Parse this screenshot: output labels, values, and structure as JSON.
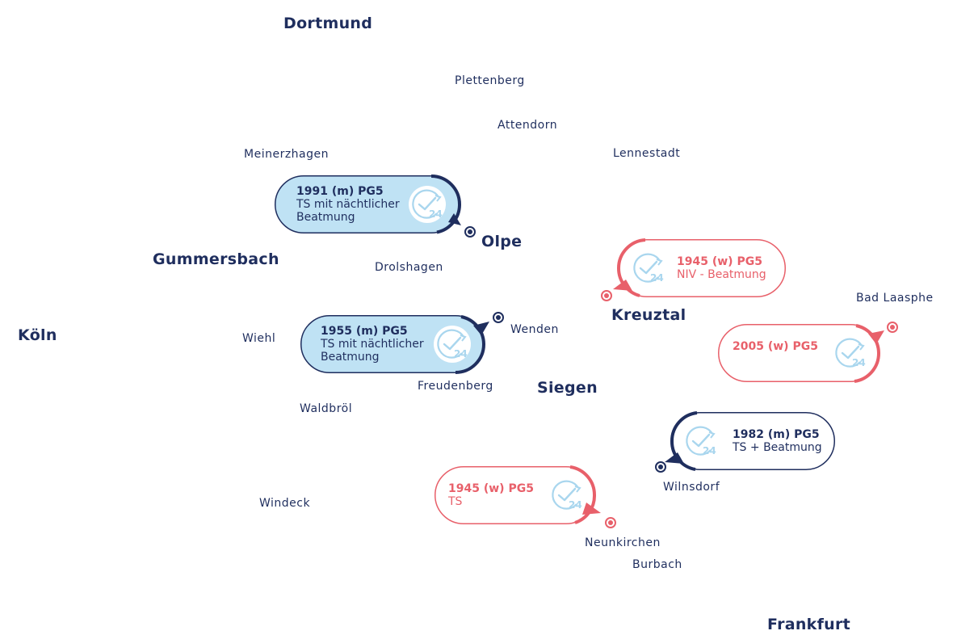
{
  "colors": {
    "navy": "#1f2e5e",
    "red": "#e8606a",
    "light_blue": "#bfe2f4",
    "icon_blue": "#a9d6ee"
  },
  "cities": {
    "dortmund": "Dortmund",
    "plettenberg": "Plettenberg",
    "attendorn": "Attendorn",
    "meinerzhagen": "Meinerzhagen",
    "lennestadt": "Lennestadt",
    "olpe": "Olpe",
    "gummersbach": "Gummersbach",
    "drolshagen": "Drolshagen",
    "kreuztal": "Kreuztal",
    "bad_laasphe": "Bad Laasphe",
    "koeln": "Köln",
    "wiehl": "Wiehl",
    "wenden": "Wenden",
    "freudenberg": "Freudenberg",
    "siegen": "Siegen",
    "waldbroel": "Waldbröl",
    "wilnsdorf": "Wilnsdorf",
    "windeck": "Windeck",
    "neunkirchen": "Neunkirchen",
    "burbach": "Burbach",
    "frankfurt": "Frankfurt"
  },
  "cards": {
    "olpe": {
      "title": "1991 (m) PG5",
      "desc": "TS mit nächtlicher\nBeatmung",
      "icon": "clock-check-24-icon"
    },
    "wenden": {
      "title": "1955 (m) PG5",
      "desc": "TS mit nächtlicher\nBeatmung",
      "icon": "clock-check-24-icon"
    },
    "kreuztal": {
      "title": "1945 (w) PG5",
      "desc": "NIV - Beatmung",
      "icon": "clock-check-24-icon"
    },
    "bad_laasphe": {
      "title": "2005 (w) PG5",
      "desc": "",
      "icon": "clock-check-24-icon"
    },
    "wilnsdorf": {
      "title": "1982 (m) PG5",
      "desc": "TS + Beatmung",
      "icon": "clock-check-24-icon"
    },
    "neunkirchen": {
      "title": "1945 (w) PG5",
      "desc": "TS",
      "icon": "clock-check-24-icon"
    }
  }
}
